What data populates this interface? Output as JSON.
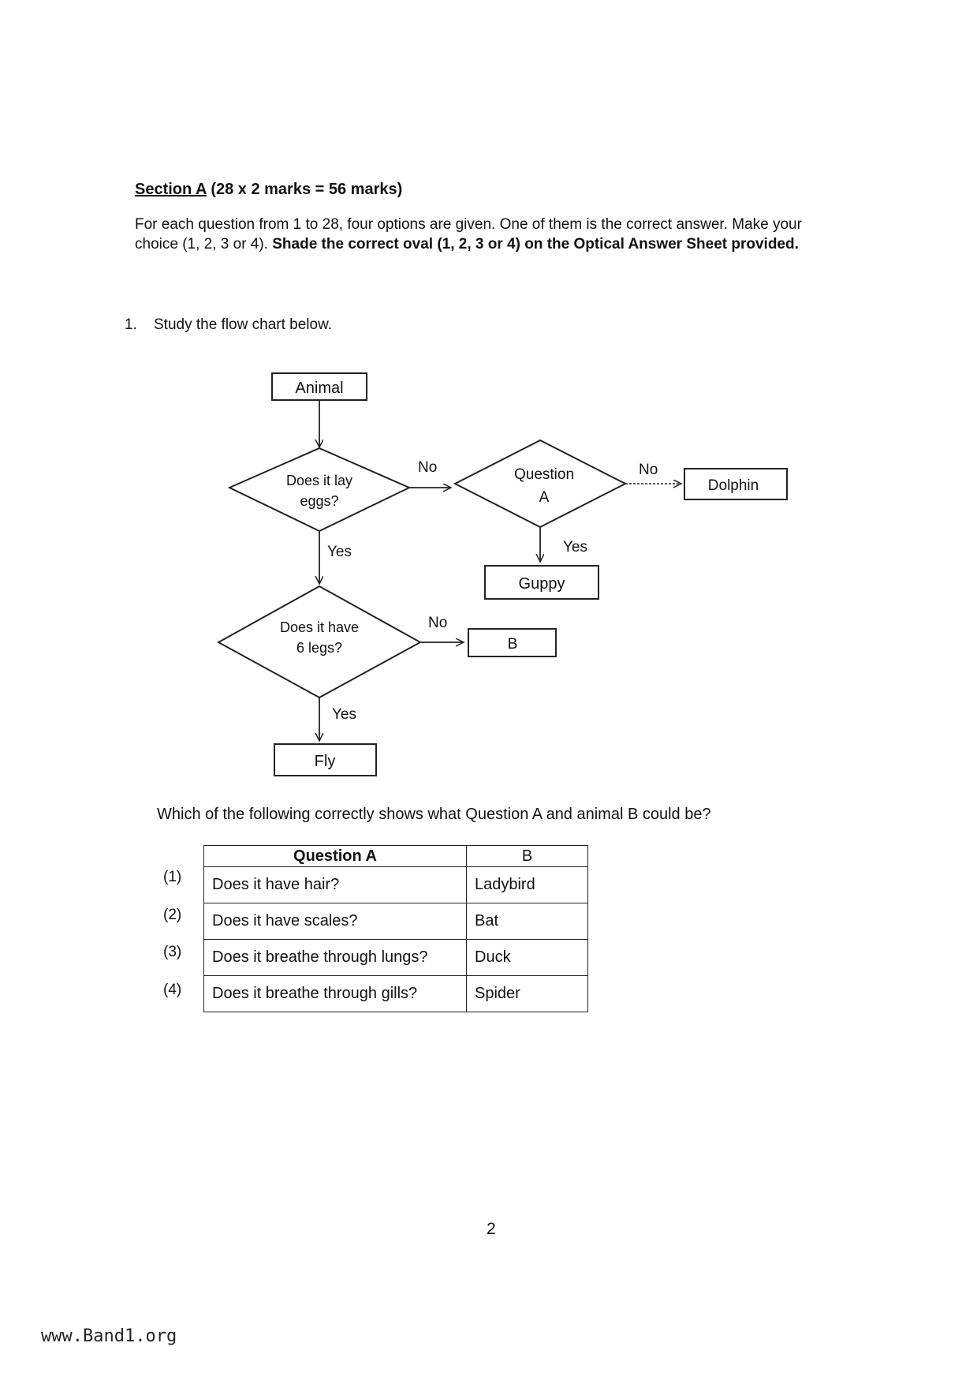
{
  "section": {
    "title": "Section A",
    "marks": "(28 x 2 marks = 56 marks)"
  },
  "instructions": {
    "plain": "For each question from 1 to 28, four options are given. One of them is the correct answer. Make your choice (1, 2, 3 or 4).",
    "bold": "Shade the correct oval (1, 2, 3 or 4) on the Optical Answer Sheet provided."
  },
  "question1": {
    "number": "1.",
    "prompt": "Study the flow chart below.",
    "question": "Which of the following correctly shows what Question A and animal B could be?"
  },
  "flowchart": {
    "start": "Animal",
    "decision1": [
      "Does it lay",
      "eggs?"
    ],
    "decision2": [
      "Question",
      "A"
    ],
    "decision3": [
      "Does it have",
      "6 legs?"
    ],
    "box_dolphin": "Dolphin",
    "box_guppy": "Guppy",
    "box_b": "B",
    "box_fly": "Fly",
    "label_no": "No",
    "label_yes": "Yes"
  },
  "options_table": {
    "headers": [
      "Question A",
      "B"
    ],
    "labels": [
      "(1)",
      "(2)",
      "(3)",
      "(4)"
    ],
    "rows": [
      [
        "Does it have hair?",
        "Ladybird"
      ],
      [
        "Does it have scales?",
        "Bat"
      ],
      [
        "Does it breathe through lungs?",
        "Duck"
      ],
      [
        "Does it breathe through gills?",
        "Spider"
      ]
    ]
  },
  "page_number": "2",
  "footer": "www.Band1.org"
}
